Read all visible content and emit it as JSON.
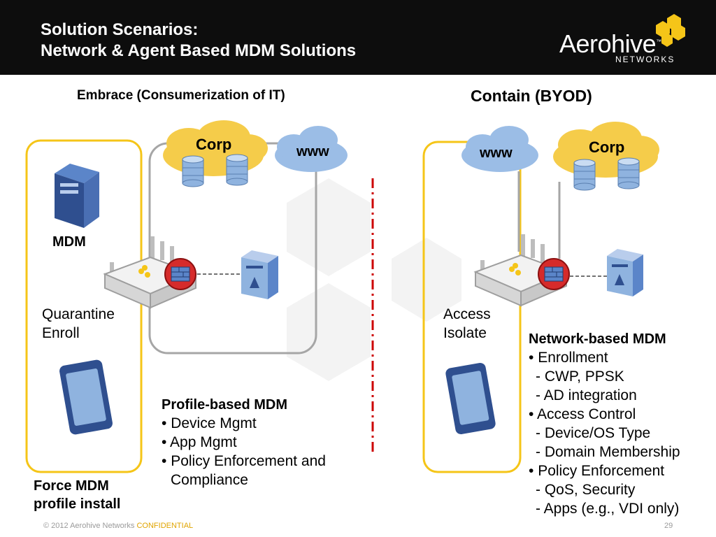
{
  "slide": {
    "title_line1": "Solution Scenarios:",
    "title_line2": "Network & Agent Based MDM Solutions",
    "logo_main": "Aerohive",
    "logo_sub": "NETWORKS",
    "logo_tm": "™"
  },
  "left": {
    "heading": "Embrace (Consumerization of IT)",
    "cloud_corp": "Corp",
    "cloud_www": "www",
    "mdm_label": "MDM",
    "quarantine_line1": "Quarantine",
    "quarantine_line2": "Enroll",
    "force_line1": "Force MDM",
    "force_line2": "profile install",
    "profile_title": "Profile-based MDM",
    "profile_items": [
      "Device Mgmt",
      "App Mgmt",
      "Policy Enforcement and",
      "Compliance"
    ]
  },
  "right": {
    "heading": "Contain (BYOD)",
    "cloud_www": "www",
    "cloud_corp": "Corp",
    "access_line1": "Access",
    "access_line2": "Isolate",
    "network_title": "Network-based MDM",
    "network_items": [
      "Enrollment",
      "- CWP, PPSK",
      "- AD integration",
      "Access Control",
      "- Device/OS Type",
      "- Domain Membership",
      "Policy Enforcement",
      "- QoS, Security",
      "- Apps (e.g., VDI only)"
    ]
  },
  "footer": {
    "copyright": "© 2012 Aerohive Networks",
    "confidential": "CONFIDENTIAL",
    "page": "29"
  },
  "colors": {
    "header_bg": "#0d0d0d",
    "accent_yellow": "#f5c518",
    "cloud_yellow": "#f5cc4a",
    "cloud_blue": "#9bbde6",
    "divider_red": "#cc0000",
    "firewall_red": "#d62b2b",
    "device_blue": "#2f4f8f"
  }
}
